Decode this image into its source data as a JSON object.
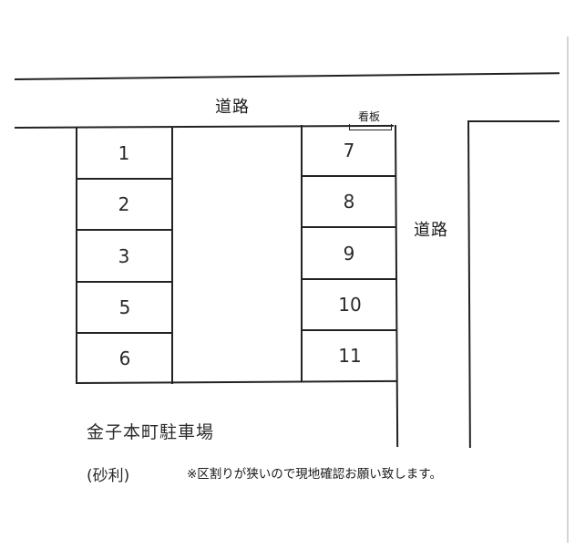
{
  "map": {
    "roads": {
      "top_label": "道路",
      "right_label": "道路"
    },
    "signboard_label": "看板",
    "left_column_spaces": [
      "1",
      "2",
      "3",
      "5",
      "6"
    ],
    "right_column_spaces": [
      "7",
      "8",
      "9",
      "10",
      "11"
    ]
  },
  "footer": {
    "title": "金子本町駐車場",
    "surface": "(砂利)",
    "note": "※区割りが狭いので現地確認お願い致します。"
  },
  "colors": {
    "line": "#222222",
    "background": "#ffffff"
  }
}
